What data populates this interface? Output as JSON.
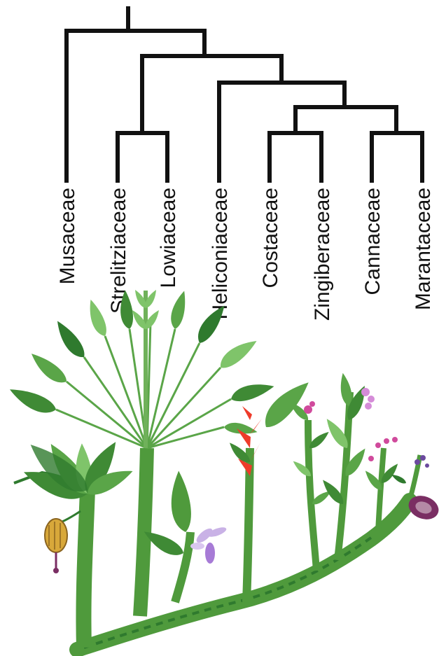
{
  "tree": {
    "taxa": [
      "Musaceae",
      "Strelitziaceae",
      "Lowiaceae",
      "Heliconiaceae",
      "Costaceae",
      "Zingiberaceae",
      "Cannaceae",
      "Marantaceae"
    ],
    "line_color": "#111111"
  },
  "illustration": {
    "subject": "stylized branching plant illustration",
    "colors": {
      "leaf_dark": "#2f7a2e",
      "leaf_light": "#7fc46a",
      "stem": "#4f9a3c",
      "banana": "#d8a83a",
      "heliconia": "#ee3b2a",
      "orchid": "#a77bd6",
      "pink_flowers": "#d04a9c",
      "marantaceae_fruit": "#7a2e63"
    }
  }
}
